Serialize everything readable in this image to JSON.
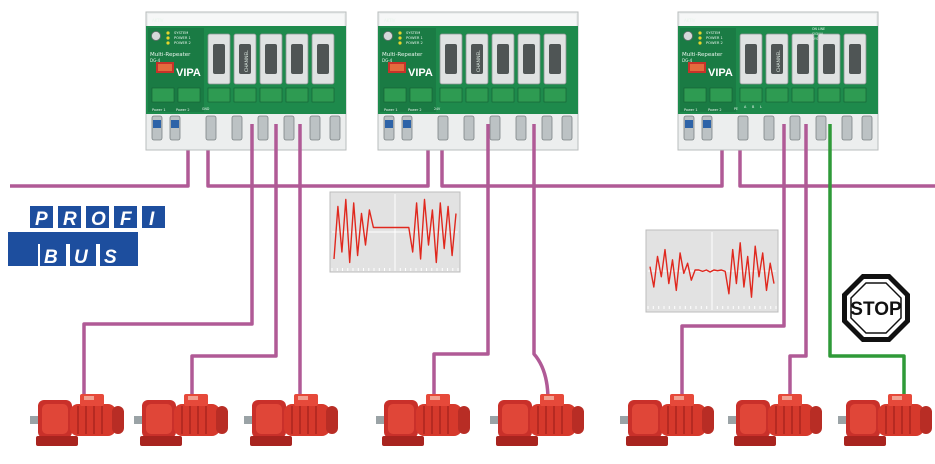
{
  "colors": {
    "profibus_cable": "#b05a96",
    "stop_line": "#2f9a38",
    "repeater_green": "#1e8a4c",
    "motor_red": "#d6392c",
    "logo_blue": "#1d4e9e",
    "signal_red": "#e0281e",
    "scope_bg": "#e2e2e2"
  },
  "logo": {
    "top_letters": [
      "P",
      "R",
      "O",
      "F",
      "I"
    ],
    "bottom_letters": [
      "B",
      "U",
      "S"
    ]
  },
  "repeater": {
    "brand": "VIPA",
    "model": "Multi-Repeater",
    "model_code": "DG-4",
    "channel_label": "CHANNEL",
    "led_labels": [
      "SYSTEM",
      "POWER 1",
      "POWER 2"
    ],
    "header_label": "AKTIV",
    "power_labels": [
      "Power 1",
      "Power 2"
    ],
    "port_labels": [
      "A",
      "B",
      "L"
    ],
    "ch_led_labels": [
      "ON LINE",
      "SIGNAL",
      "SYS"
    ],
    "small_labels": [
      "GND",
      "24V",
      "PE"
    ]
  },
  "stop_sign": {
    "text": "STOP",
    "icon": "stop-sign-icon"
  },
  "chart_data": [
    {
      "type": "line",
      "title": "",
      "series": [
        {
          "values": [
            0.1,
            0.85,
            0.2,
            0.95,
            0.05,
            0.9,
            0.15,
            0.75,
            0.3,
            0.8,
            0.55,
            0.55,
            0.55,
            0.55,
            0.55,
            0.55,
            0.55,
            0.55,
            0.55,
            0.55,
            0.2,
            0.9,
            0.1,
            0.95,
            0.3,
            0.8,
            0.05,
            0.9,
            0.25,
            0.85,
            0.15,
            0.75
          ]
        }
      ]
    },
    {
      "type": "line",
      "title": "",
      "series": [
        {
          "values": [
            0.55,
            0.25,
            0.7,
            0.4,
            0.8,
            0.3,
            0.65,
            0.2,
            0.75,
            0.45,
            0.6,
            0.35,
            0.5,
            0.5,
            0.48,
            0.5,
            0.47,
            0.5,
            0.49,
            0.5,
            0.48,
            0.15,
            0.8,
            0.3,
            0.9,
            0.25,
            0.7,
            0.1,
            0.85,
            0.4,
            0.75,
            0.2,
            0.6,
            0.3
          ]
        }
      ]
    }
  ]
}
